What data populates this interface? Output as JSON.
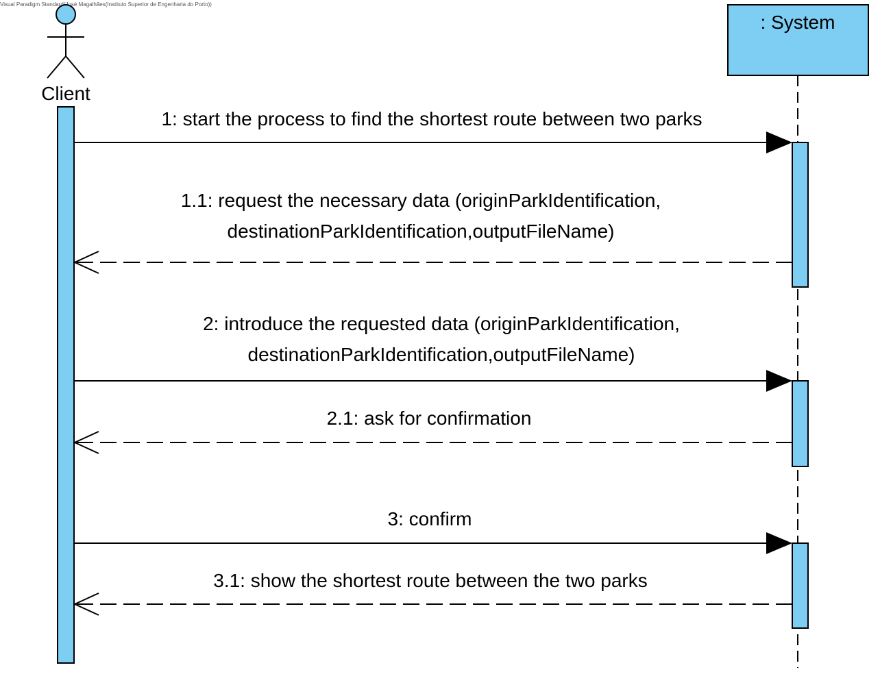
{
  "watermark": "Visual Paradigm Standard(José Magalhães(Instituto Superior de Engenharia do Porto))",
  "actor": {
    "name": "Client",
    "icon": "stick-figure-actor-icon"
  },
  "lifeline": {
    "name": ": System"
  },
  "colors": {
    "fill": "#7ECEF4",
    "stroke": "#000000",
    "background": "#FFFFFF"
  },
  "messages": [
    {
      "label_lines": [
        "1: start the process to find the shortest route between two parks"
      ],
      "kind": "synchronous",
      "direction": "to-system"
    },
    {
      "label_lines": [
        "1.1: request the necessary data (originParkIdentification,",
        "destinationParkIdentification,outputFileName)"
      ],
      "kind": "return",
      "direction": "to-actor"
    },
    {
      "label_lines": [
        "2: introduce the requested data (originParkIdentification,",
        "destinationParkIdentification,outputFileName)"
      ],
      "kind": "synchronous",
      "direction": "to-system"
    },
    {
      "label_lines": [
        "2.1: ask for confirmation"
      ],
      "kind": "return",
      "direction": "to-actor"
    },
    {
      "label_lines": [
        "3: confirm"
      ],
      "kind": "synchronous",
      "direction": "to-system"
    },
    {
      "label_lines": [
        "3.1: show the shortest route between the two parks"
      ],
      "kind": "return",
      "direction": "to-actor"
    }
  ]
}
